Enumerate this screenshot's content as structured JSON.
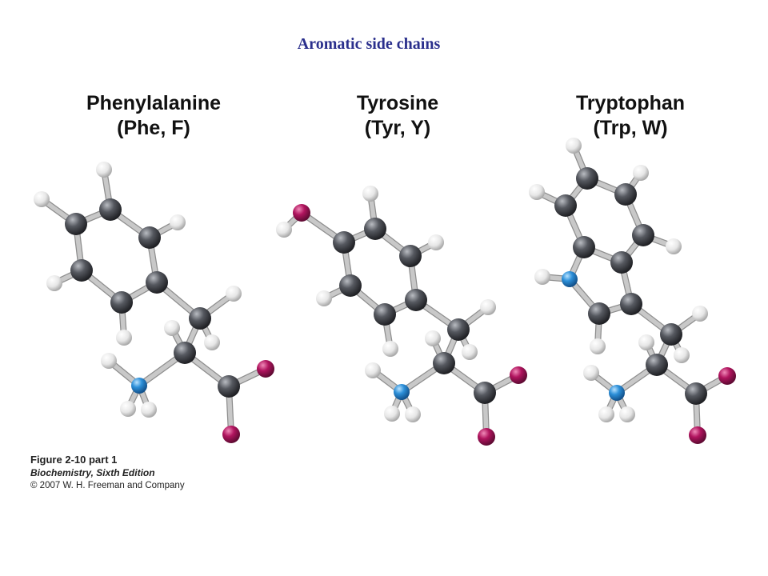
{
  "slide": {
    "title": "Aromatic side chains"
  },
  "molecules": [
    {
      "name": "Phenylalanine",
      "abbrev": "(Phe, F)"
    },
    {
      "name": "Tyrosine",
      "abbrev": "(Tyr, Y)"
    },
    {
      "name": "Tryptophan",
      "abbrev": "(Trp, W)"
    }
  ],
  "caption": {
    "figure": "Figure 2-10 part 1",
    "book": "Biochemistry, Sixth Edition",
    "copyright": "© 2007 W. H. Freeman and Company"
  },
  "atom_colors": {
    "carbon": "#3c3e44",
    "hydrogen": "#e9e9e9",
    "oxygen": "#b0145e",
    "nitrogen": "#2c8fd8",
    "bond": "#c8c8c8"
  }
}
